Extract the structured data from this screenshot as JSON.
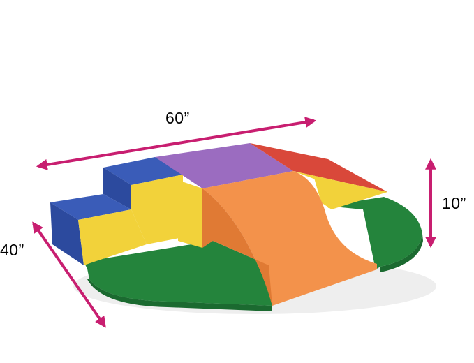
{
  "dimensions": {
    "width_label": "60”",
    "depth_label": "40”",
    "height_label": "10”"
  },
  "colors": {
    "arrow": "#c81e70",
    "green": "#24843c",
    "green_dark": "#1b6a30",
    "blue": "#3a5cb8",
    "blue_dark": "#2c4a9e",
    "yellow": "#f2d23a",
    "yellow_dark": "#dcb92a",
    "purple": "#9b6cc0",
    "orange": "#f3924b",
    "orange_dark": "#e07a34",
    "red": "#d9483a"
  }
}
